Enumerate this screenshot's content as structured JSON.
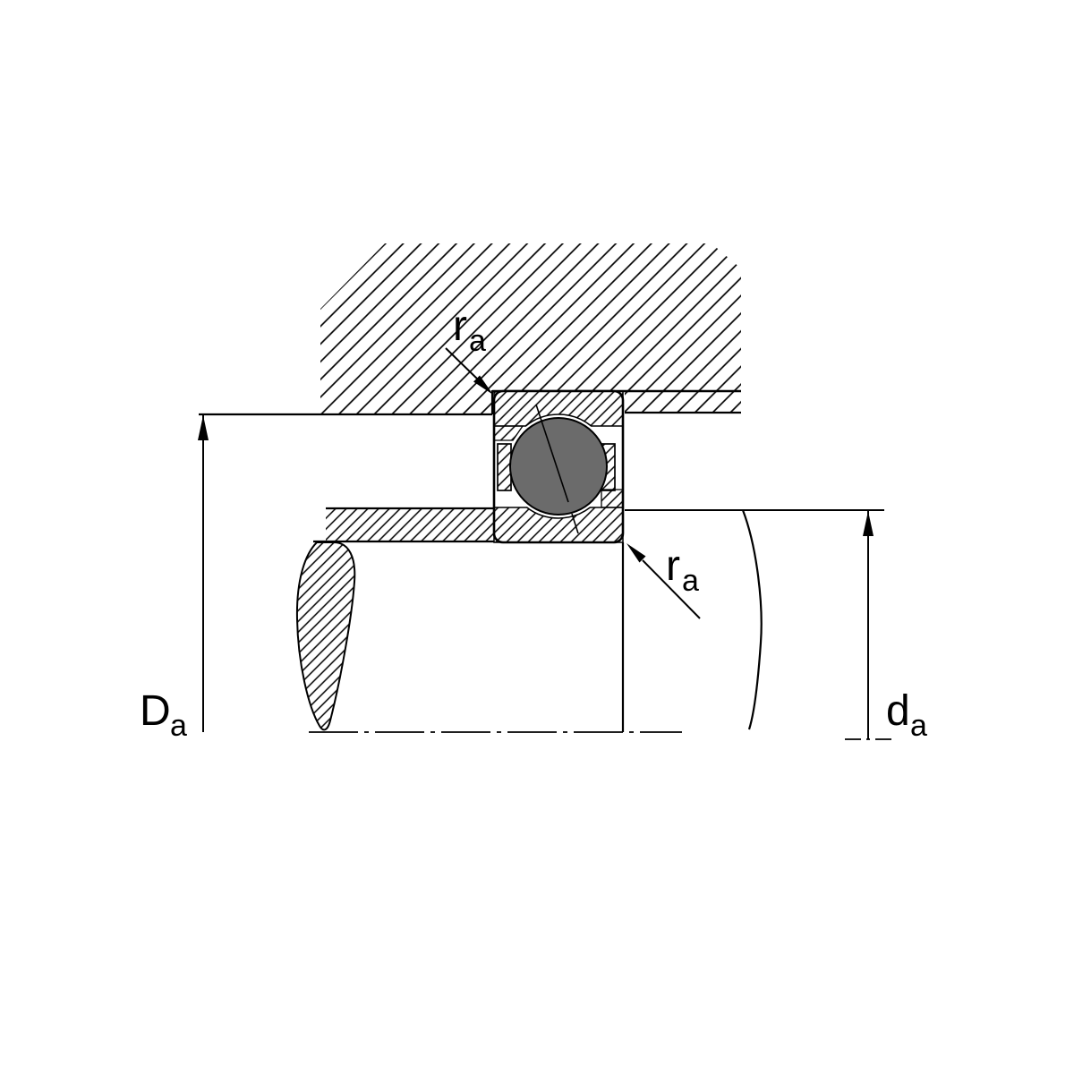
{
  "figure": {
    "type": "technical-section-drawing",
    "subject": "Angular contact ball bearing mounted between housing and shaft, showing abutment diameters and fillet radii",
    "background_color": "#ffffff",
    "line_color": "#000000",
    "ball_color": "#6b6b6b"
  },
  "labels": {
    "housing_abutment_diameter": {
      "main": "D",
      "sub": "a"
    },
    "shaft_abutment_diameter": {
      "main": "d",
      "sub": "a"
    },
    "fillet_radius_top": {
      "main": "r",
      "sub": "a"
    },
    "fillet_radius_bottom": {
      "main": "r",
      "sub": "a"
    }
  },
  "parts": {
    "housing": "housing cross-section (hatched)",
    "shaft": "shaft shoulder cross-section (hatched)",
    "bearing_outer_ring": "bearing outer ring (hatched)",
    "bearing_inner_ring": "bearing inner ring (hatched)",
    "ball": "bearing ball (solid grey)",
    "cage": "bearing cage segments",
    "axis": "shaft centerline (dash-dot)"
  }
}
